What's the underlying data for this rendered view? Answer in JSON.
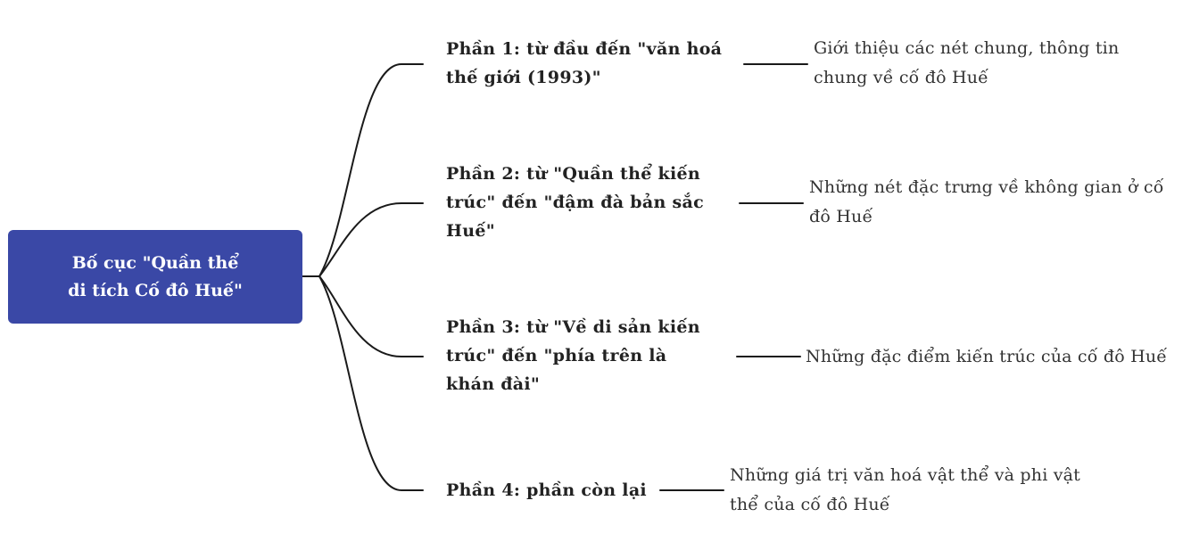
{
  "root": {
    "label": "Bố cục \"Quần thể di tích Cố đô Huế\""
  },
  "branches": [
    {
      "label": "Phần 1: từ đầu đến \"văn hoá thế giới (1993)\"",
      "detail": "Giới thiệu các nét chung, thông tin chung về cố đô Huế"
    },
    {
      "label": "Phần 2: từ \"Quần thể kiến trúc\" đến \"đậm đà bản sắc Huế\"",
      "detail": "Những nét đặc trưng về không gian ở cố đô Huế"
    },
    {
      "label": "Phần 3: từ \"Về di sản kiến trúc\" đến \"phía trên là khán đài\"",
      "detail": "Những đặc điểm kiến trúc của cố đô Huế"
    },
    {
      "label": "Phần 4: phần còn lại",
      "detail": "Những giá trị văn hoá vật thể và phi vật thể của cố đô Huế"
    }
  ],
  "colors": {
    "root_fill": "#3a48a6",
    "root_text": "#ffffff",
    "line": "#1a1a1a"
  }
}
